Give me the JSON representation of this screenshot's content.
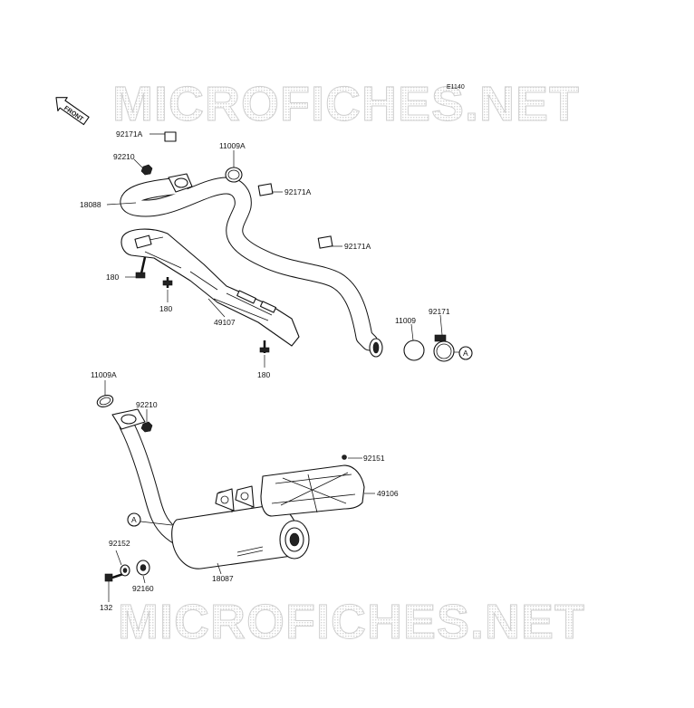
{
  "diagram": {
    "code": "E1140",
    "front_label": "FRONT",
    "watermark": "MICROFICHES.NET",
    "callouts": {
      "top": [
        {
          "id": "p_92171A_1",
          "number": "92171A"
        },
        {
          "id": "p_11009A_1",
          "number": "11009A"
        },
        {
          "id": "p_92210_1",
          "number": "92210"
        },
        {
          "id": "p_18088",
          "number": "18088"
        },
        {
          "id": "p_92171A_2",
          "number": "92171A"
        },
        {
          "id": "p_92171A_3",
          "number": "92171A"
        },
        {
          "id": "p_180_1",
          "number": "180"
        },
        {
          "id": "p_180_2",
          "number": "180"
        },
        {
          "id": "p_49107",
          "number": "49107"
        },
        {
          "id": "p_180_3",
          "number": "180"
        },
        {
          "id": "p_11009_1",
          "number": "11009"
        },
        {
          "id": "p_92171",
          "number": "92171"
        }
      ],
      "bottom": [
        {
          "id": "p_11009A_2",
          "number": "11009A"
        },
        {
          "id": "p_92210_2",
          "number": "92210"
        },
        {
          "id": "p_92151",
          "number": "92151"
        },
        {
          "id": "p_49106",
          "number": "49106"
        },
        {
          "id": "p_92152",
          "number": "92152"
        },
        {
          "id": "p_92160",
          "number": "92160"
        },
        {
          "id": "p_18087",
          "number": "18087"
        },
        {
          "id": "p_132",
          "number": "132"
        }
      ]
    },
    "reference_marker": "A"
  }
}
